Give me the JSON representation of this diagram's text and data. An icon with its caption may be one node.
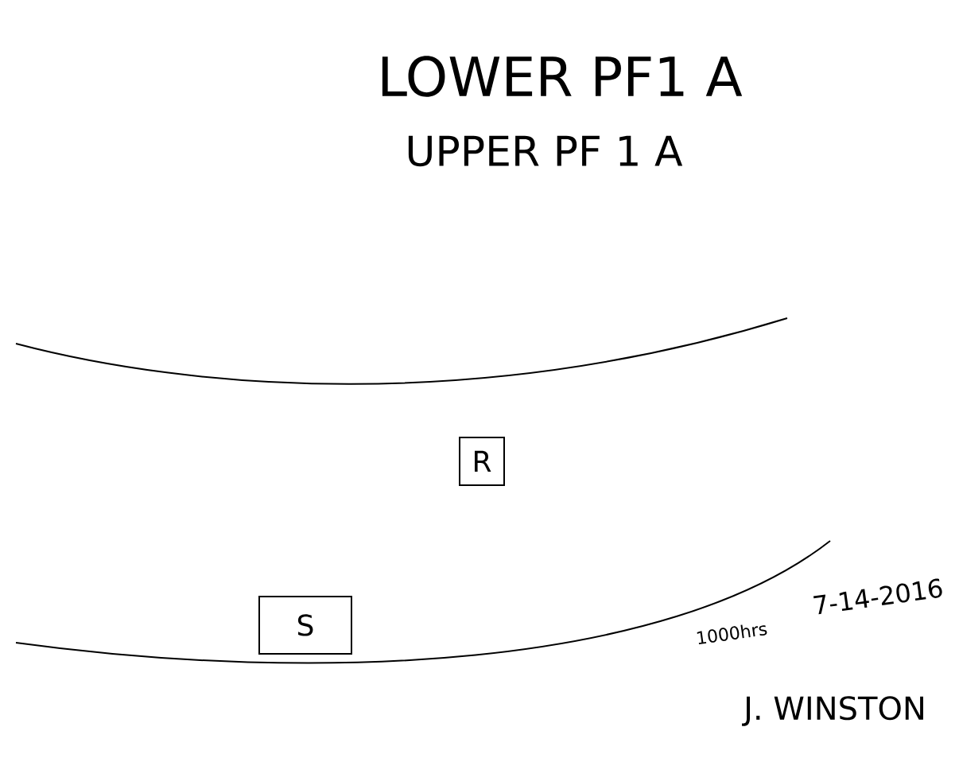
{
  "diagram": {
    "nodes": [
      {
        "text": [
          "R"
        ]
      },
      {
        "text": [
          "S"
        ]
      }
    ],
    "labels": [
      "LOWER PF1 A",
      "UPPER PF 1 A",
      "7-14-2016",
      "1000hrs",
      "J. WINSTON"
    ]
  }
}
